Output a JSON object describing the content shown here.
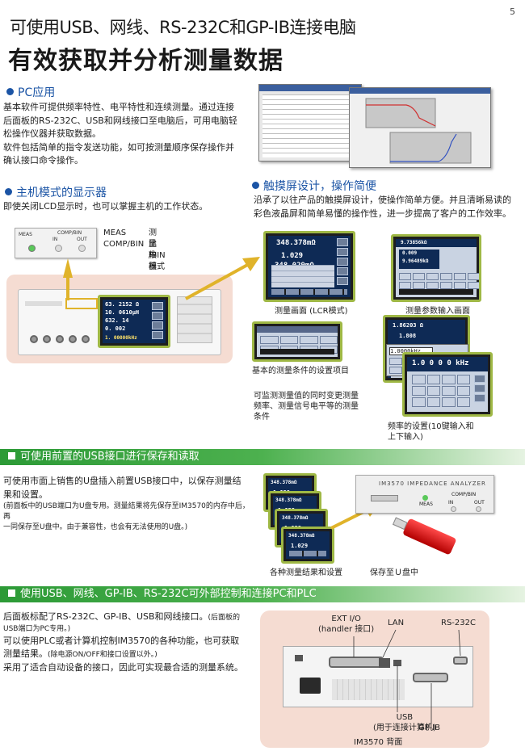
{
  "page_number": "5",
  "header": {
    "line1": "可使用USB、网线、RS-232C和GP-IB连接电脑",
    "line2": "有效获取并分析测量数据"
  },
  "pc_app": {
    "heading": "PC应用",
    "body_lines": [
      "基本软件可提供频率特性、电平特性和连续测量。通过连接",
      "后面板的RS-232C、USB和网线接口至电脑后，可用电脑轻",
      "松操作仪器并获取数据。",
      "软件包括简单的指令发送功能，如可按测量顺序保存操作并",
      "确认接口命令操作。"
    ]
  },
  "host_display": {
    "heading": "主机模式的显示器",
    "body": "即使关闭LCD显示时，也可以掌握主机的工作状态。",
    "panel_labels": {
      "meas": "MEAS",
      "comp_bin": "COMP/BIN",
      "in": "IN",
      "out": "OUT"
    },
    "legend": [
      {
        "key": "MEAS",
        "value": "测量中"
      },
      {
        "key": "COMP/BIN",
        "value": "比较器"
      },
      {
        "key": "",
        "value": "/BIN 模式"
      }
    ],
    "front_screen_values": [
      "63. 2152 Ω",
      "10. 0610μH",
      "632. 14",
      "0. 002",
      "1. 00000kHz"
    ]
  },
  "touch_screen": {
    "heading": "触摸屏设计，操作简便",
    "body_lines": [
      "沿承了以往产品的触摸屏设计，使操作简单方便。并且清晰易读的",
      "彩色液晶屏和简单易懂的操作性，进一步提高了客户的工作效率。"
    ],
    "screens": {
      "lcr_value1": "348.378mΩ",
      "lcr_value2": "1.029",
      "lcr_value3": "348.029mΩ",
      "param_value": "9.73856kΩ",
      "param_value2": "0.009",
      "param_value3": "9.96489kΩ",
      "cond_value": "1.86203 Ω",
      "cond_value2": "1.808",
      "freq_small": "1.0000kHz",
      "freq_big": "1.0 0 0 0   kHz"
    },
    "captions": {
      "lcr": "测量画面 (LCR模式)",
      "params": "测量参数输入画面",
      "conditions": "基本的测量条件的设置项目",
      "monitor_lines": [
        "可监测测量值的同时变更测量",
        "频率、测量信号电平等的测量",
        "条件"
      ],
      "frequency_lines": [
        "频率的设置(10键输入和",
        "上下输入)"
      ]
    }
  },
  "usb_section": {
    "bar": "可使用前置的USB接口进行保存和读取",
    "body_lines": [
      "可使用市面上销售的U盘插入前置USB接口中，以保存测量结",
      "果和设置。"
    ],
    "note_lines": [
      "(前面板中的USB端口为U盘专用。测量結果将先保存至IM3570的内存中后，再",
      "一同保存至U盘中。由于兼容性，也会有无法使用的U盘。)"
    ],
    "caption_screens": "各种测量结果和设置",
    "caption_save": "保存至Ｕ盘中",
    "panel_title": "IM3570  IMPEDANCE ANALYZER",
    "panel_labels": {
      "meas": "MEAS",
      "comp_bin": "COMP/BIN",
      "in": "IN",
      "out": "OUT"
    },
    "screen_value": "348.378mΩ",
    "screen_value2": "1.029"
  },
  "external_section": {
    "bar": "使用USB、网线、GP-IB、RS-232C可外部控制和连接PC和PLC",
    "line1_main": "后面板标配了RS-232C、GP-IB、USB和网线接口。",
    "line1_note": "(后面板的",
    "line2_note": "USB端口为PC专用。)",
    "line3": "可以使用PLC或者计算机控制IM3570的各种功能，也可获取",
    "line4_main": "测量结果。",
    "line4_note": "(除电源ON/OFF和接口设置以外。)",
    "line5": "采用了适合自动设备的接口，因此可实现最合适的测量系统。",
    "rear_labels": {
      "ext_io": "EXT I/O",
      "handler": "(handler 接口)",
      "lan": "LAN",
      "rs232c": "RS-232C",
      "usb": "USB",
      "usb_note": "(用于连接计算机)",
      "gpib": "GP-IB",
      "rear_caption": "IM3570 背面"
    }
  },
  "colors": {
    "heading_blue": "#1b54a5",
    "bar_green": "#2c9a36",
    "accent_yellow": "#e0b32a",
    "panel_pink": "#f5dcd2"
  }
}
